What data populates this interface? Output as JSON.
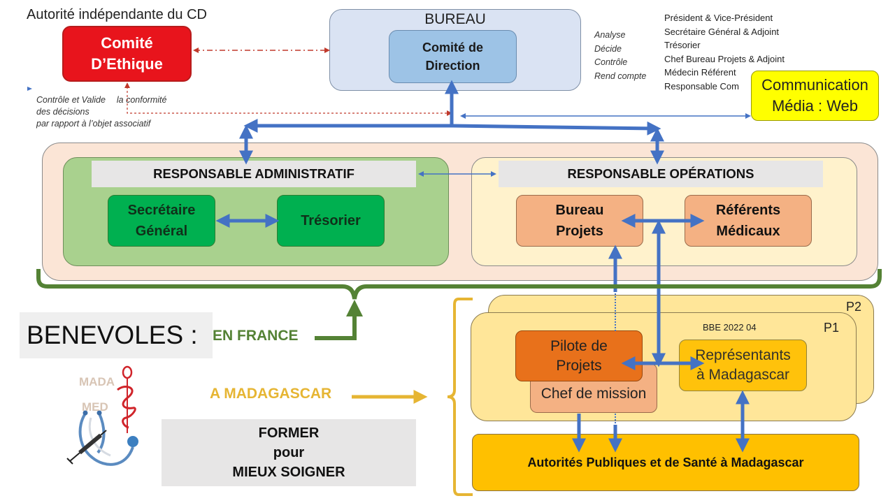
{
  "ethics": {
    "authority_title": "Autorité indépendante du CD",
    "committee_line1": "Comité",
    "committee_line2": "D’Ethique",
    "note_part1": "Contrôle et  Valide",
    "note_part2": "la conformité",
    "note_line2": "des décisions",
    "note_line3": "par rapport  à l’objet associatif"
  },
  "bureau": {
    "title": "BUREAU",
    "committee_line1": "Comité de",
    "committee_line2": "Direction",
    "verbs": [
      "Analyse",
      "Décide",
      "Contrôle",
      "Rend compte"
    ],
    "members": [
      "Président &  Vice-Président",
      "Secrétaire Général & Adjoint",
      "Trésorier",
      "Chef Bureau Projets & Adjoint",
      "Médecin Référent",
      "Responsable Com"
    ]
  },
  "communication": {
    "line1": "Communication",
    "line2": "Média : Web"
  },
  "admin": {
    "header": "RESPONSABLE ADMINISTRATIF",
    "secretaire_line1": "Secrétaire",
    "secretaire_line2": "Général",
    "tresorier": "Trésorier"
  },
  "operations": {
    "header": "RESPONSABLE OPÉRATIONS",
    "bureau_projets_line1": "Bureau",
    "bureau_projets_line2": "Projets",
    "referents_line1": "Référents",
    "referents_line2": "Médicaux"
  },
  "volunteers": {
    "title": "BENEVOLES :",
    "en_france": "EN FRANCE",
    "a_madagascar": "A MADAGASCAR"
  },
  "logo": {
    "line1": "MADA",
    "line2": "MED"
  },
  "motto": {
    "line1": "FORMER",
    "line2": "pour",
    "line3": "MIEUX SOIGNER"
  },
  "projects": {
    "p2_label": "P2",
    "p1_label": "P1",
    "code": "BBE 2022  04",
    "pilote_line1": "Pilote de",
    "pilote_line2": "Projets",
    "chef_mission": "Chef de mission",
    "representants_line1": "Représentants",
    "representants_line2": "à Madagascar"
  },
  "authorities": {
    "label": "Autorités Publiques et de Santé à Madagascar"
  },
  "colors": {
    "connector_blue": "#4472c4",
    "ethics_red": "#e8141c",
    "france_green": "#548235",
    "madagascar_gold": "#e6b533"
  }
}
